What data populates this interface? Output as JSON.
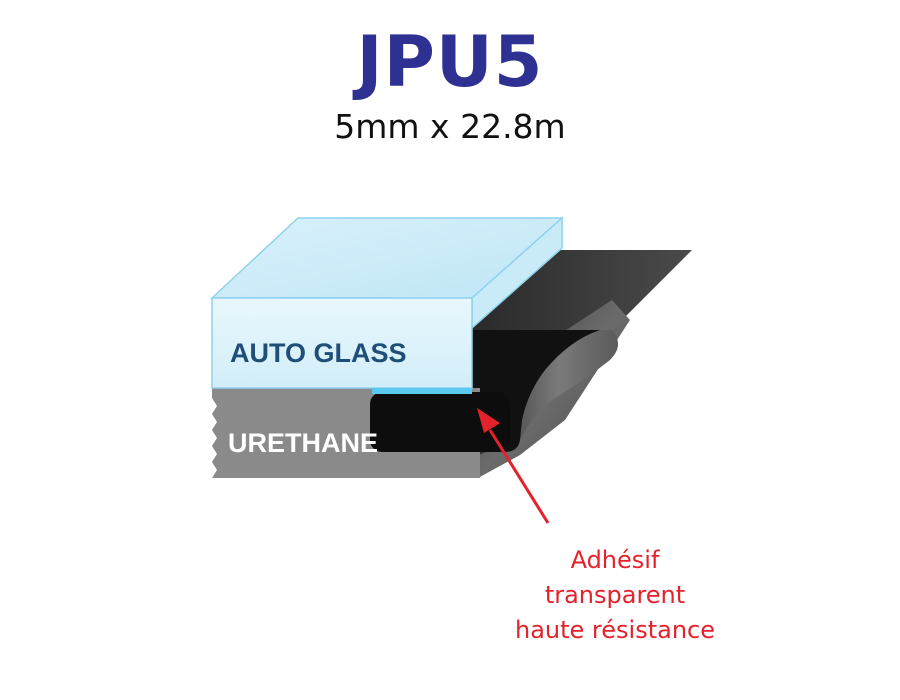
{
  "title": "JPU5",
  "subtitle": "5mm x 22.8m",
  "labels": {
    "glass": "AUTO GLASS",
    "urethane": "URETHANE"
  },
  "annotation": {
    "line1": "Adhésif",
    "line2": "transparent",
    "line3": "haute résistance"
  },
  "colors": {
    "title": "#2e3192",
    "glass_label": "#1f4e79",
    "annotation": "#e4222b",
    "adhesive": "#5bc8f0",
    "glass": "#dff3fb"
  }
}
